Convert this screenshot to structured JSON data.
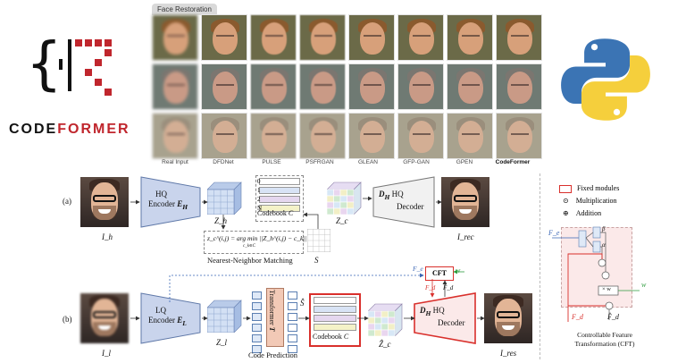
{
  "logo": {
    "brace": "{",
    "word_prefix": "CODE",
    "word_suffix": "FORMER"
  },
  "faces": {
    "tab_label": "Face Restoration",
    "columns": [
      "Real Input",
      "DFDNet",
      "PULSE",
      "PSFRGAN",
      "GLEAN",
      "GFP-GAN",
      "GPEN",
      "CodeFormer"
    ]
  },
  "diagram": {
    "row_a": "(a)",
    "row_b": "(b)",
    "hq_encoder": [
      "HQ",
      "Encoder"
    ],
    "hq_encoder_sym": "E",
    "hq_encoder_sub": "H",
    "lq_encoder": [
      "LQ",
      "Encoder"
    ],
    "lq_encoder_sym": "E",
    "lq_encoder_sub": "L",
    "decoder_a": [
      "HQ",
      "Decoder"
    ],
    "decoder_b": [
      "HQ",
      "Decoder"
    ],
    "decoder_sym": "D",
    "decoder_sub": "H",
    "codebook_label": "Codebook",
    "codebook_sym": "C",
    "codebook_indices": [
      "0",
      "1",
      "2",
      "N"
    ],
    "nn_formula": "z_c^(i,j) = arg min ||Z_h^(i,j) − c_k||",
    "nn_formula_sub": "c_k∈C",
    "nn_label": "Nearest-Neighbor Matching",
    "s_label": "S",
    "s_hat_label": "Ŝ",
    "transformer_label": "Transformer",
    "transformer_sym": "T",
    "code_prediction": "Code Prediction",
    "labels": {
      "ih": "I_h",
      "il": "I_l",
      "irec": "I_rec",
      "ires": "I_res",
      "zh": "Z_h",
      "zl": "Z_l",
      "zc": "Z_c",
      "zc_hat": "Ẑ_c",
      "fe": "F_e",
      "fd": "F_d",
      "fd_hat": "F̂_d",
      "w": "w"
    },
    "cft_box": "CFT"
  },
  "legend": {
    "fixed": "Fixed modules",
    "mult": "Multiplication",
    "add": "Addition",
    "cft_caption_1": "Controllable Feature",
    "cft_caption_2": "Transformation (CFT)",
    "beta": "β",
    "alpha": "α",
    "times_w": "× w"
  },
  "colors": {
    "red": "#d9302c",
    "blue": "#3a66b5",
    "green": "#2e9c3e",
    "encoder": "#c9d4ec",
    "lq_encoder": "#c9d4ec"
  }
}
